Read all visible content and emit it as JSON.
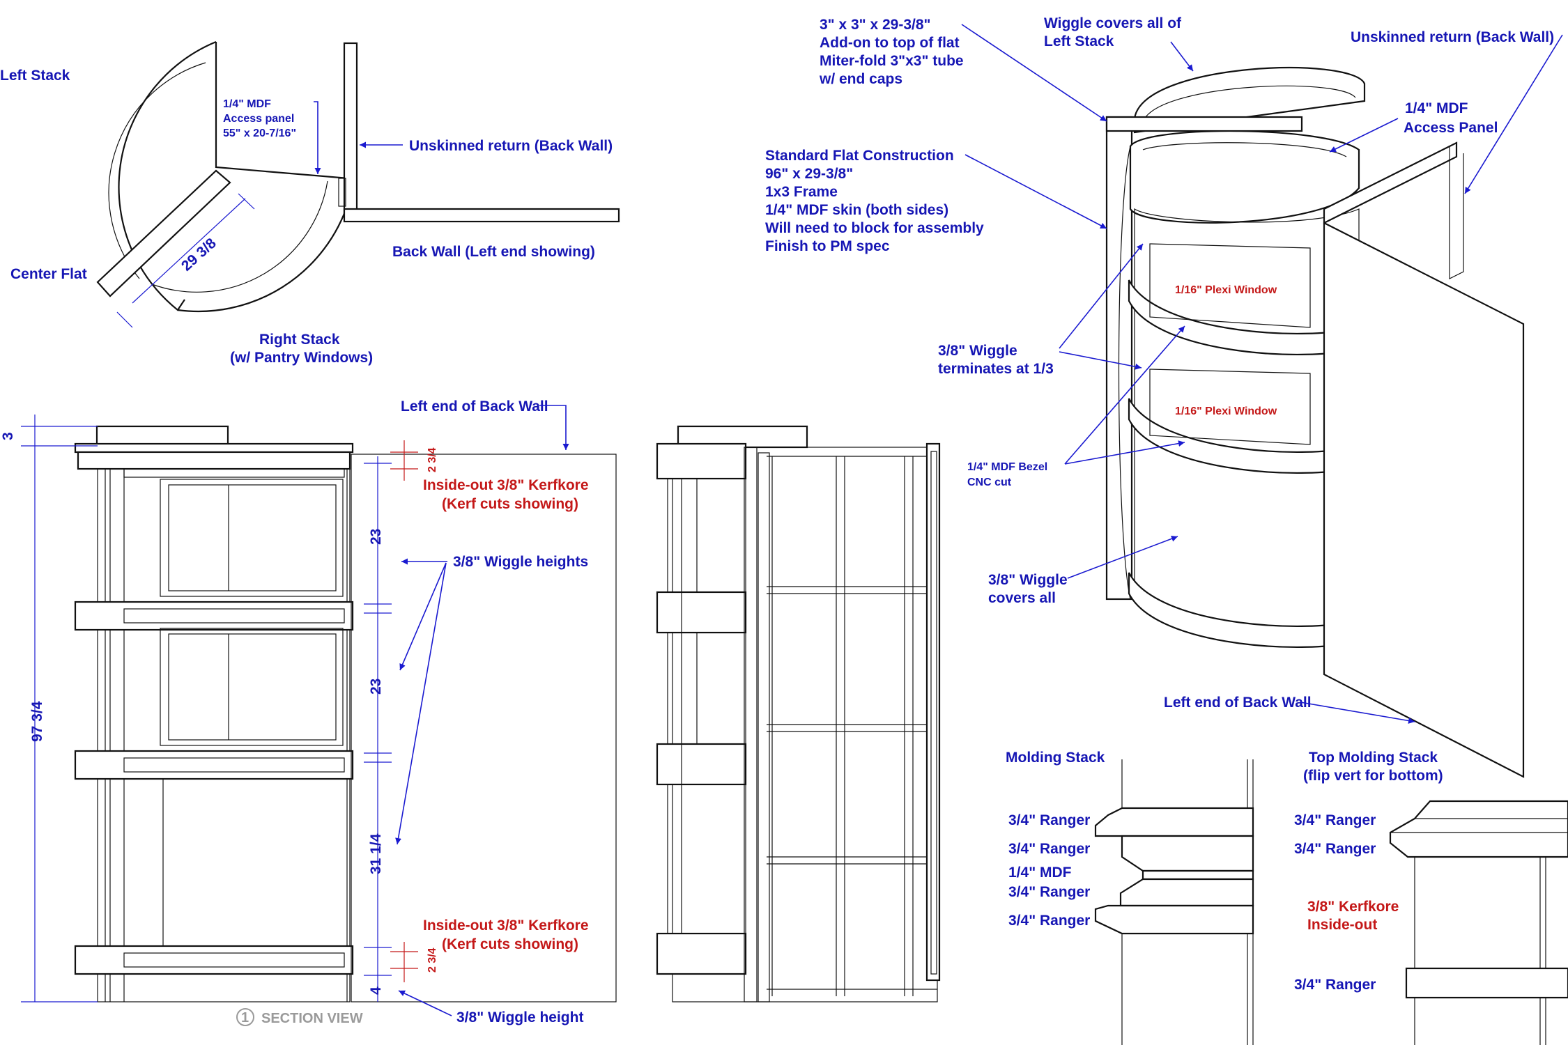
{
  "colors": {
    "annotation": "#1616b4",
    "highlight": "#c41818",
    "ink": "#111111",
    "caption": "#9a9a9a"
  },
  "plan": {
    "left_stack": "Left Stack",
    "access_panel": [
      "1/4\" MDF",
      "Access panel",
      "55\" x 20-7/16\""
    ],
    "unskinned_return": "Unskinned return (Back Wall)",
    "back_wall_left_end": "Back Wall (Left end showing)",
    "center_flat": "Center Flat",
    "flat_dimension": "29 3/8",
    "right_stack": [
      "Right Stack",
      "(w/ Pantry Windows)"
    ]
  },
  "elevation": {
    "left_end_back_wall": "Left end of Back Wall",
    "kerfkore_top": [
      "Inside-out 3/8\" Kerfkore",
      "(Kerf cuts showing)"
    ],
    "kerfkore_bottom": [
      "Inside-out 3/8\" Kerfkore",
      "(Kerf cuts showing)"
    ],
    "wiggle_heights": "3/8\" Wiggle heights",
    "wiggle_height": "3/8\" Wiggle height",
    "section_view_number": "1",
    "section_view": "SECTION VIEW",
    "dims": {
      "overall": "97 3/4",
      "top": "3",
      "seg1": "23",
      "seg2": "23",
      "seg3": "31 1/4",
      "bottom": "4",
      "kerf_top": "2 3/4",
      "kerf_bottom": "2 3/4"
    }
  },
  "iso": {
    "addon": [
      "3\" x 3\" x 29-3/8\"",
      "Add-on to top of flat",
      "Miter-fold 3\"x3\" tube",
      "w/ end caps"
    ],
    "wiggle_covers_left": [
      "Wiggle covers all of",
      "Left Stack"
    ],
    "unskinned_return": "Unskinned return (Back Wall)",
    "mdf_access_panel": [
      "1/4\" MDF",
      "Access Panel"
    ],
    "standard_flat": [
      "Standard Flat Construction",
      "96\" x 29-3/8\"",
      "1x3 Frame",
      "1/4\" MDF skin (both sides)",
      "Will need to block for assembly",
      "Finish to PM spec"
    ],
    "plexi_window_1": "1/16\" Plexi Window",
    "plexi_window_2": "1/16\" Plexi Window",
    "wiggle_terminates": [
      "3/8\" Wiggle",
      "terminates at 1/3"
    ],
    "mdf_bezel": [
      "1/4\" MDF Bezel",
      "CNC cut"
    ],
    "wiggle_covers_all": [
      "3/8\" Wiggle",
      "covers all"
    ],
    "left_end_back_wall": "Left end of Back Wall"
  },
  "molding": {
    "stack_title": "Molding Stack",
    "stack_layers": [
      "3/4\" Ranger",
      "3/4\" Ranger",
      "1/4\" MDF",
      "3/4\" Ranger",
      "3/4\" Ranger"
    ],
    "top_title": [
      "Top Molding Stack",
      "(flip vert for bottom)"
    ],
    "top_layers": [
      "3/4\" Ranger",
      "3/4\" Ranger"
    ],
    "kerfkore": [
      "3/8\" Kerfkore",
      "Inside-out"
    ],
    "bottom_ranger": "3/4\" Ranger"
  }
}
